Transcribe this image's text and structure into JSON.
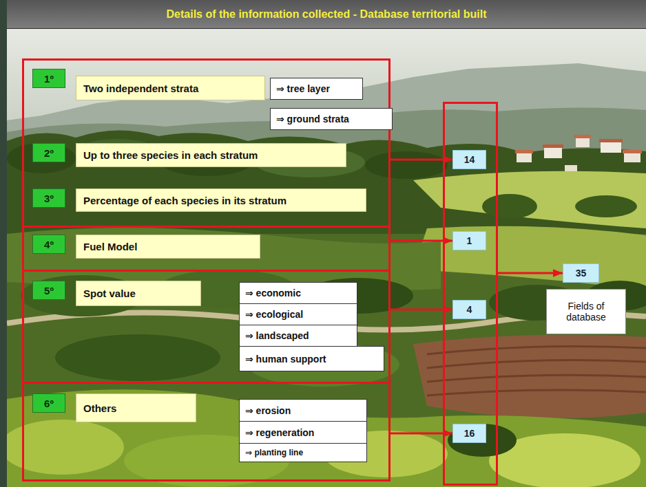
{
  "diagram": {
    "title": "Details of the information collected - Database territorial built",
    "nodes": [
      {
        "text": []
      },
      {
        "text": [
          "1º"
        ],
        "in": 0
      },
      {
        "text": [
          "Two independent strata"
        ],
        "in": 0
      },
      {
        "text": [
          "⇒ tree layer"
        ],
        "in": 0
      },
      {
        "text": [
          "⇒ ground strata"
        ],
        "in": 0
      },
      {
        "text": [
          "2º"
        ],
        "in": 0
      },
      {
        "text": [
          "Up to three species in each stratum"
        ],
        "in": 0
      },
      {
        "text": [
          "3º"
        ],
        "in": 0
      },
      {
        "text": [
          "Percentage of each species in its stratum"
        ],
        "in": 0
      },
      {
        "text": []
      },
      {
        "text": [
          "4º"
        ],
        "in": 9
      },
      {
        "text": [
          "Fuel Model"
        ],
        "in": 9
      },
      {
        "text": []
      },
      {
        "text": [
          "5º"
        ],
        "in": 12
      },
      {
        "text": [
          "Spot value"
        ],
        "in": 12
      },
      {
        "text": [
          "⇒ economic"
        ],
        "in": 12
      },
      {
        "text": [
          "⇒ ecological"
        ],
        "in": 12
      },
      {
        "text": [
          "⇒ landscaped"
        ],
        "in": 12
      },
      {
        "text": [
          "⇒ human support"
        ],
        "in": 12
      },
      {
        "text": []
      },
      {
        "text": [
          "6º"
        ],
        "in": 19
      },
      {
        "text": [
          "Others"
        ],
        "in": 19
      },
      {
        "text": [
          "⇒ erosion"
        ],
        "in": 19
      },
      {
        "text": [
          "⇒ regeneration"
        ],
        "in": 19
      },
      {
        "text": [
          "⇒ planting line"
        ],
        "in": 19
      },
      {
        "text": []
      },
      {
        "text": [
          "14"
        ],
        "in": 25
      },
      {
        "text": [
          "1"
        ],
        "in": 25
      },
      {
        "text": [
          "4"
        ],
        "in": 25
      },
      {
        "text": [
          "16"
        ],
        "in": 25
      },
      {
        "text": [
          "35"
        ]
      },
      {
        "text": [
          "Fields of database"
        ]
      }
    ],
    "edges": [
      {
        "from": 0,
        "to": 26,
        "arrow": "to"
      },
      {
        "from": 9,
        "to": 27,
        "arrow": "to"
      },
      {
        "from": 12,
        "to": 28,
        "arrow": "to"
      },
      {
        "from": 19,
        "to": 29,
        "arrow": "to"
      },
      {
        "from": 25,
        "to": 30,
        "arrow": "to"
      }
    ]
  }
}
